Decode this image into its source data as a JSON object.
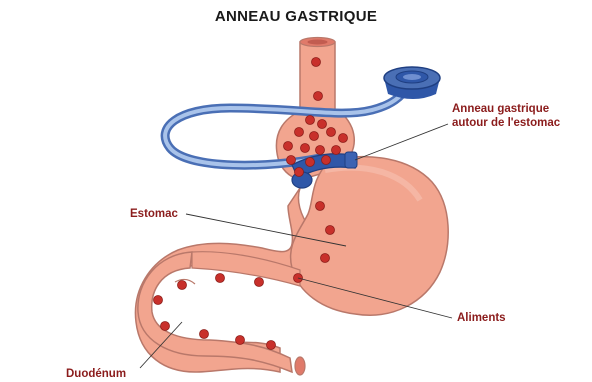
{
  "title": "ANNEAU GASTRIQUE",
  "labels": {
    "ring_line1": "Anneau gastrique",
    "ring_line2": "autour de l'estomac",
    "stomach": "Estomac",
    "food": "Aliments",
    "duodenum": "Duodénum"
  },
  "colors": {
    "organ_fill": "#f2a58f",
    "organ_stroke": "#b9786a",
    "food_dots": "#c8302b",
    "band_blue": "#2f57a8",
    "tube_blue": "#7aa0d8",
    "label_text": "#8b1c1c",
    "title_text": "#1a1a1a"
  },
  "icons": [
    "gastric-band-icon",
    "access-port-icon",
    "food-particle-icon"
  ]
}
